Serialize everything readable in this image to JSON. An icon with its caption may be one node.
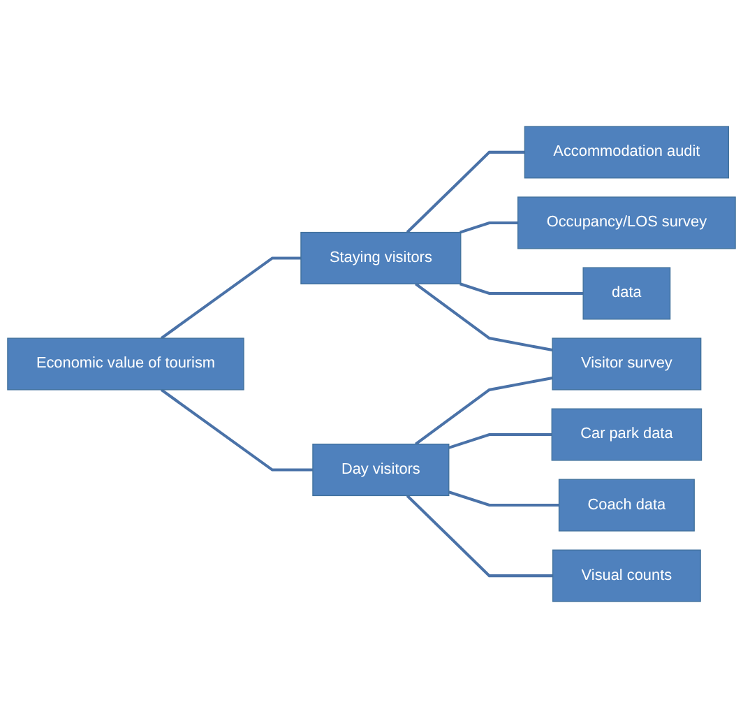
{
  "diagram": {
    "nodes": [
      {
        "text": [
          "Economic value of tourism"
        ]
      },
      {
        "text": [
          "Staying visitors"
        ]
      },
      {
        "text": [
          "Day visitors"
        ]
      },
      {
        "text": [
          "Accommodation audit"
        ]
      },
      {
        "text": [
          "Occupancy/LOS survey"
        ]
      },
      {
        "text": [
          "data"
        ]
      },
      {
        "text": [
          "Visitor survey"
        ]
      },
      {
        "text": [
          "Car park data"
        ]
      },
      {
        "text": [
          "Coach data"
        ]
      },
      {
        "text": [
          "Visual counts"
        ]
      }
    ],
    "edges": [
      {
        "from": 0,
        "to": 1,
        "arrow": "none"
      },
      {
        "from": 0,
        "to": 2,
        "arrow": "none"
      },
      {
        "from": 1,
        "to": 3,
        "arrow": "none"
      },
      {
        "from": 1,
        "to": 4,
        "arrow": "none"
      },
      {
        "from": 1,
        "to": 5,
        "arrow": "none"
      },
      {
        "from": 1,
        "to": 6,
        "arrow": "none"
      },
      {
        "from": 2,
        "to": 6,
        "arrow": "none"
      },
      {
        "from": 2,
        "to": 7,
        "arrow": "none"
      },
      {
        "from": 2,
        "to": 8,
        "arrow": "none"
      },
      {
        "from": 2,
        "to": 9,
        "arrow": "none"
      }
    ]
  }
}
